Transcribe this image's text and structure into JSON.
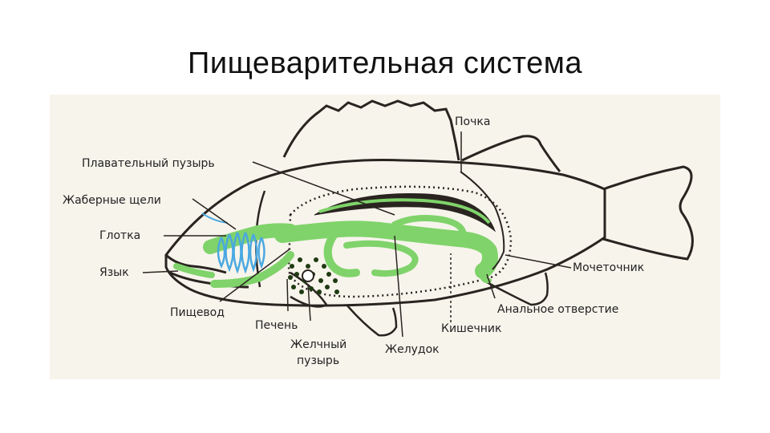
{
  "title": "Пищеварительная система",
  "labels": {
    "kidney": "Почка",
    "swim_bladder": "Плавательный пузырь",
    "gill_slits": "Жаберные щели",
    "pharynx": "Глотка",
    "tongue": "Язык",
    "esophagus": "Пищевод",
    "liver": "Печень",
    "gallbladder_line1": "Желчный",
    "gallbladder_line2": "пузырь",
    "stomach": "Желудок",
    "intestine": "Кишечник",
    "anus": "Анальное отверстие",
    "ureter": "Мочеточник"
  },
  "colors": {
    "outline": "#2a2420",
    "digestive": "#7fd36a",
    "gills": "#4aa8e0",
    "liver_dots": "#1f3a12",
    "paper": "#f7f4ec"
  }
}
